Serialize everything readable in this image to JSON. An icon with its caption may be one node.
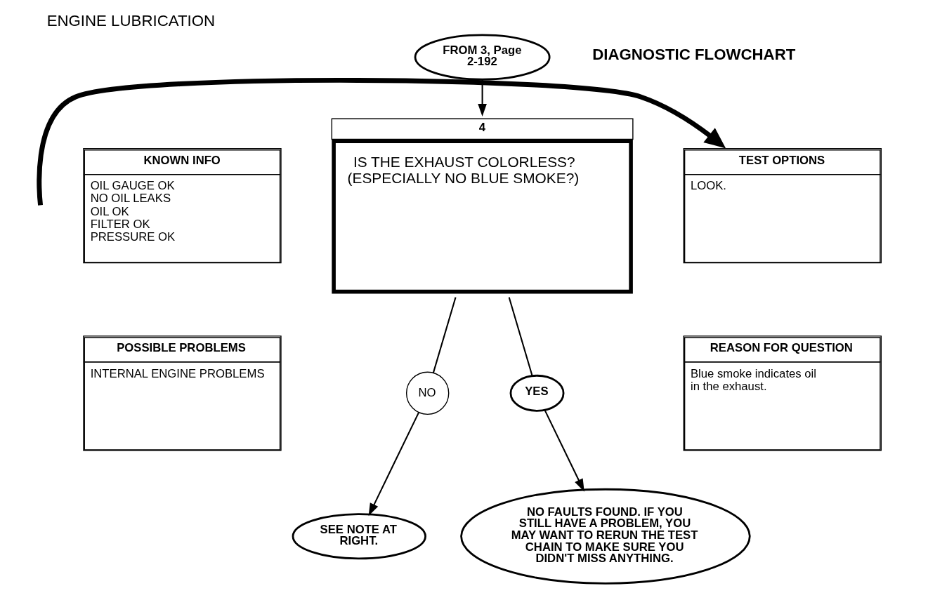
{
  "diagram": {
    "title": "ENGINE LUBRICATION",
    "nodes": [
      {
        "text": [
          "FROM 3, Page 2-192"
        ]
      },
      {
        "text": [
          "4",
          "IS THE EXHAUST COLORLESS? (ESPECIALLY NO BLUE SMOKE?)"
        ]
      },
      {
        "text": [
          "KNOWN INFO",
          "OIL GAUGE OK",
          "NO OIL LEAKS",
          "OIL OK",
          "FILTER OK",
          "PRESSURE OK"
        ]
      },
      {
        "text": [
          "POSSIBLE PROBLEMS",
          "INTERNAL ENGINE PROBLEMS"
        ]
      },
      {
        "text": [
          "TEST OPTIONS",
          "LOOK."
        ]
      },
      {
        "text": [
          "REASON FOR QUESTION",
          "Blue smoke indicates oil in the exhaust."
        ]
      },
      {
        "text": [
          "NO"
        ]
      },
      {
        "text": [
          "SEE NOTE AT RIGHT."
        ]
      },
      {
        "text": [
          "YES"
        ]
      },
      {
        "text": [
          "NO FAULTS FOUND. IF YOU STILL HAVE A PROBLEM, YOU MAY WANT TO RERUN THE TEST CHAIN TO MAKE SURE YOU DIDN'T MISS ANYTHING."
        ]
      }
    ],
    "edges": [
      {
        "from": 0,
        "to": 1,
        "arrow": "to"
      },
      {
        "from": 1,
        "to": 6,
        "arrow": "none"
      },
      {
        "from": 6,
        "to": 7,
        "arrow": "to"
      },
      {
        "from": 1,
        "to": 8,
        "arrow": "none"
      },
      {
        "from": 8,
        "to": 9,
        "arrow": "to"
      },
      {
        "from": null,
        "to": 4,
        "arrow": "to",
        "style": "thick"
      }
    ],
    "labels": [
      "DIAGNOSTIC FLOWCHART"
    ]
  }
}
